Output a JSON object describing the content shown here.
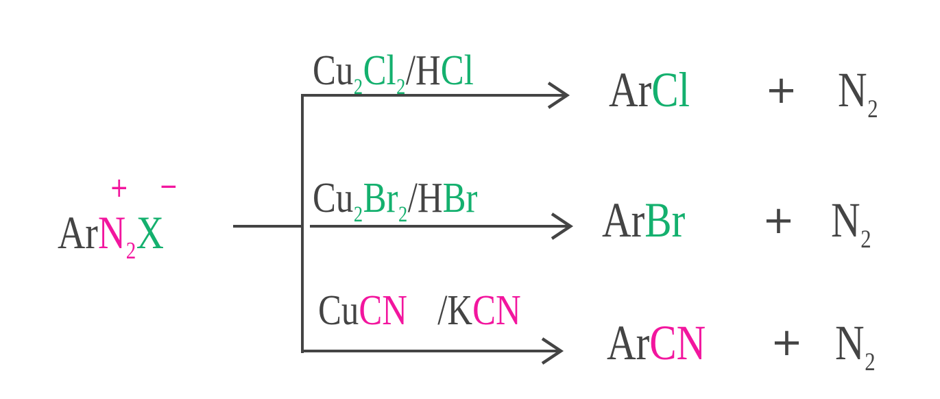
{
  "colors": {
    "text": "#444444",
    "halogen": "#14b06e",
    "cyanide": "#f2169e",
    "line": "#444444"
  },
  "reactant": {
    "ar": "Ar",
    "n": "N",
    "n_sub": "2",
    "x": "X",
    "plus_charge": "+",
    "minus_charge": "−"
  },
  "reactions": [
    {
      "reagent": {
        "cu": "Cu",
        "cu_sub": "2",
        "hal": "Cl",
        "hal_sub": "2",
        "slash": "/",
        "acid_h": "H",
        "acid_x": "Cl"
      },
      "product": {
        "ar": "Ar",
        "group": "Cl",
        "plus": "+",
        "n": "N",
        "n_sub": "2"
      }
    },
    {
      "reagent": {
        "cu": "Cu",
        "cu_sub": "2",
        "hal": "Br",
        "hal_sub": "2",
        "slash": "/",
        "acid_h": "H",
        "acid_x": "Br"
      },
      "product": {
        "ar": "Ar",
        "group": "Br",
        "plus": "+",
        "n": "N",
        "n_sub": "2"
      }
    },
    {
      "reagent": {
        "cu": "Cu",
        "cn": "CN",
        "slash": "/",
        "k": "K",
        "kcn": "CN"
      },
      "product": {
        "ar": "Ar",
        "group": "CN",
        "plus": "+",
        "n": "N",
        "n_sub": "2"
      }
    }
  ]
}
